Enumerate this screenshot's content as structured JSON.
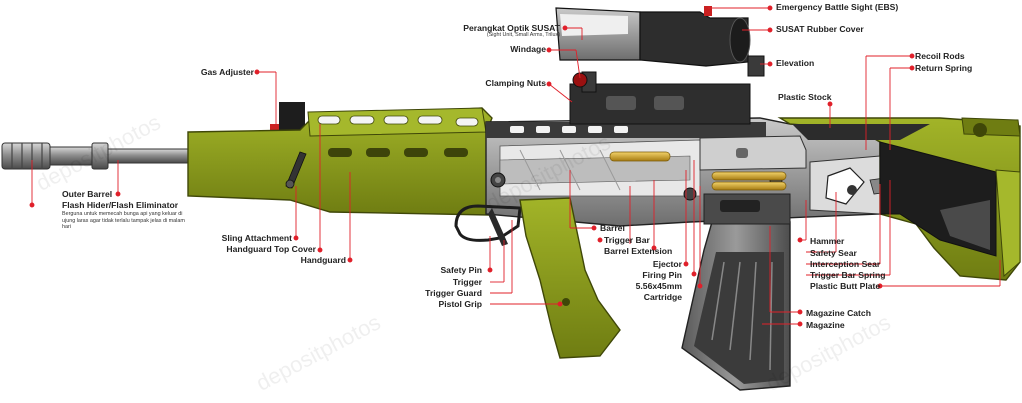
{
  "colors": {
    "olive": "#8a9a1a",
    "olive_dark": "#5f6b10",
    "metal": "#9a9a9a",
    "dark": "#2b2b2b",
    "leader": "#e0202a",
    "brass": "#d4a62a"
  },
  "labels": {
    "ebs": "Emergency Battle Sight (EBS)",
    "susat_optic": "Perangkat Optik SUSAT",
    "susat_optic_sub": "(Sight Unit, Small Arms, Trilux)",
    "susat_cover": "SUSAT Rubber Cover",
    "windage": "Windage",
    "elevation": "Elevation",
    "clamping_nuts": "Clamping Nuts",
    "gas_adjuster": "Gas Adjuster",
    "recoil_rods": "Recoil Rods",
    "return_spring": "Return Spring",
    "plastic_stock": "Plastic Stock",
    "outer_barrel": "Outer Barrel",
    "flash_hider": "Flash Hider/Flash Eliminator",
    "flash_hider_note": "Berguna untuk memecah bunga api yang keluar di ujung laras agar tidak terlalu tampak jelas di malam hari",
    "sling_attachment": "Sling Attachment",
    "handguard_top_cover": "Handguard Top Cover",
    "handguard": "Handguard",
    "barrel": "Barrel",
    "trigger_bar": "Trigger Bar",
    "barrel_extension": "Barrel Extension",
    "ejector": "Ejector",
    "firing_pin": "Firing Pin",
    "cartridge_1": "5.56x45mm",
    "cartridge_2": "Cartridge",
    "safety_pin": "Safety Pin",
    "trigger": "Trigger",
    "trigger_guard": "Trigger Guard",
    "pistol_grip": "Pistol Grip",
    "hammer": "Hammer",
    "safety_sear": "Safety Sear",
    "interception_sear": "Interception Sear",
    "trigger_bar_spring": "Trigger Bar Spring",
    "plastic_butt_plate": "Plastic Butt Plate",
    "magazine_catch": "Magazine Catch",
    "magazine": "Magazine"
  },
  "watermark": "depositphotos"
}
